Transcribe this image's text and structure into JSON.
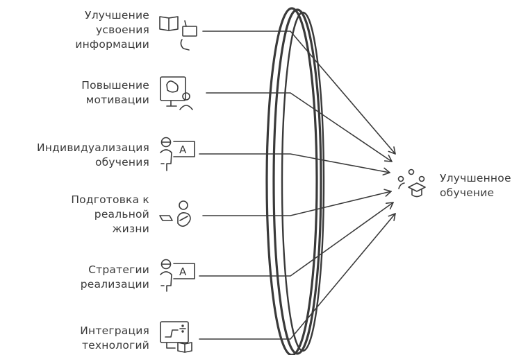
{
  "factors": [
    {
      "lines": [
        "Улучшение",
        "усвоения",
        "информации"
      ],
      "icon": "book-chat-icon"
    },
    {
      "lines": [
        "Повышение",
        "мотивации"
      ],
      "icon": "presentation-board-icon"
    },
    {
      "lines": [
        "Индивидуализация",
        "обучения"
      ],
      "icon": "teacher-a-icon"
    },
    {
      "lines": [
        "Подготовка к",
        "реальной",
        "жизни"
      ],
      "icon": "person-laptop-icon"
    },
    {
      "lines": [
        "Стратегии",
        "реализации"
      ],
      "icon": "teacher-a-icon"
    },
    {
      "lines": [
        "Интеграция",
        "технологий"
      ],
      "icon": "screen-book-icon"
    }
  ],
  "outcome": {
    "lines": [
      "Улучшенное",
      "обучение"
    ],
    "icon": "graduation-group-icon"
  },
  "colors": {
    "stroke": "#3a3a3a",
    "text": "#3a3a3a"
  }
}
